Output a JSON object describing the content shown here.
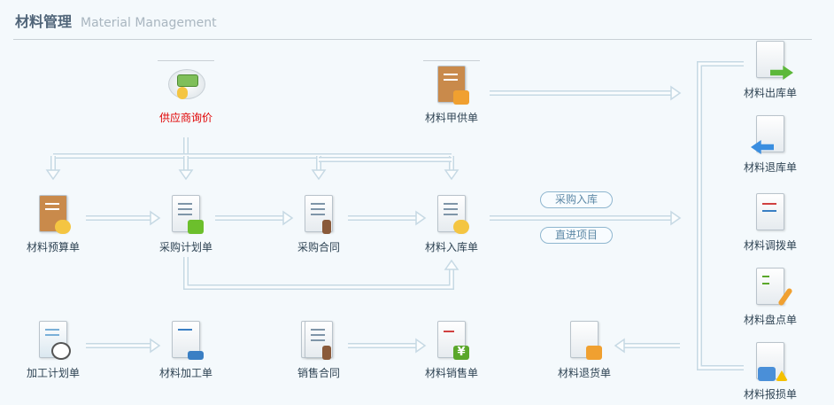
{
  "header": {
    "title": "材料管理",
    "subtitle": "Material Management"
  },
  "nodes": {
    "supplier_inquiry": "供应商询价",
    "owner_supplied": "材料甲供单",
    "budget": "材料预算单",
    "purchase_plan": "采购计划单",
    "purchase_contract": "采购合同",
    "stock_in": "材料入库单",
    "processing_plan": "加工计划单",
    "processing_order": "材料加工单",
    "sales_contract": "销售合同",
    "sales_order": "材料销售单",
    "return_goods": "材料退货单",
    "stock_out": "材料出库单",
    "stock_return": "材料退库单",
    "transfer": "材料调拨单",
    "inventory_check": "材料盘点单",
    "damage": "材料报损单"
  },
  "pills": {
    "purchase_in": "采购入库",
    "direct_project": "直进项目"
  },
  "colors": {
    "accent_red": "#e00000",
    "arrow": "#c6d9e4",
    "pill_border": "#8fb6cf"
  }
}
